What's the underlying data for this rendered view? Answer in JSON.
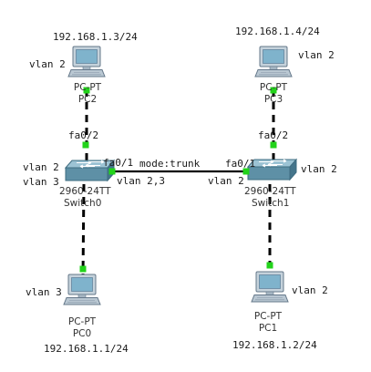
{
  "colors": {
    "background": "#ffffff",
    "link_line": "#000000",
    "port_status_up": "#22d31a",
    "switch_body": "#6e9eb3",
    "pc_body": "#c5d2db",
    "pc_screen": "#7fb3cc"
  },
  "devices": {
    "pc2": {
      "type": "PC-PT",
      "name": "PC2",
      "ip": "192.168.1.3/24",
      "vlan": "vlan 2",
      "icon": "pc-icon"
    },
    "pc3": {
      "type": "PC-PT",
      "name": "PC3",
      "ip": "192.168.1.4/24",
      "vlan": "vlan 2",
      "icon": "pc-icon"
    },
    "pc0": {
      "type": "PC-PT",
      "name": "PC0",
      "ip": "192.168.1.1/24",
      "vlan": "vlan 3",
      "icon": "pc-icon"
    },
    "pc1": {
      "type": "PC-PT",
      "name": "PC1",
      "ip": "192.168.1.2/24",
      "vlan": "vlan 2",
      "icon": "pc-icon"
    },
    "switch0": {
      "model": "2960-24TT",
      "name": "Switch0",
      "vlans_left": [
        "vlan 2",
        "vlan 3"
      ],
      "trunk_port": "fa0/1",
      "uplink_port": "fa0/2",
      "trunk_allowed": "vlan 2,3",
      "icon": "switch-icon"
    },
    "switch1": {
      "model": "2960-24TT",
      "name": "Switch1",
      "vlan_right": "vlan 2",
      "trunk_port": "fa0/1",
      "uplink_port": "fa0/2",
      "trunk_native": "vlan 2",
      "icon": "switch-icon"
    }
  },
  "links": {
    "trunk_mode": "mode:trunk"
  }
}
